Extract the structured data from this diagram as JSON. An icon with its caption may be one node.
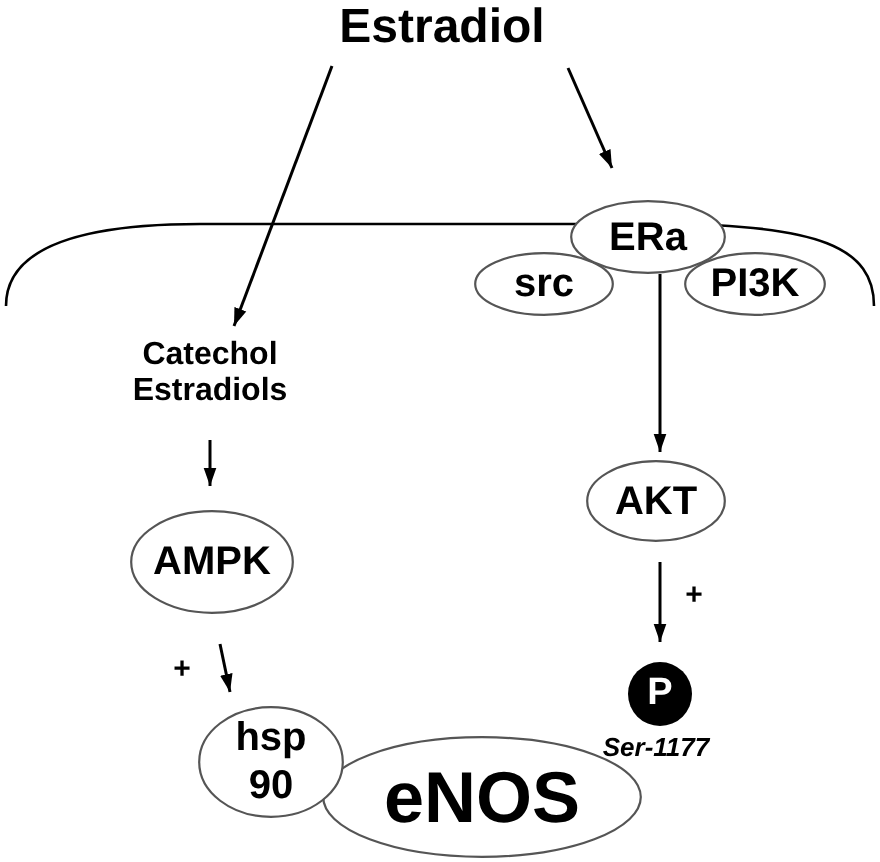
{
  "diagram": {
    "nodes": [
      {
        "text": [
          "Estradiol"
        ]
      },
      {
        "text": [
          "ERa"
        ]
      },
      {
        "text": [
          "src"
        ]
      },
      {
        "text": [
          "PI3K"
        ]
      },
      {
        "text": [
          "Catechol Estradiols"
        ]
      },
      {
        "text": [
          "AKT"
        ]
      },
      {
        "text": [
          "AMPK"
        ]
      },
      {
        "text": [
          "P"
        ],
        "beside": [
          "Ser-1177"
        ]
      },
      {
        "text": [
          "hsp 90"
        ]
      },
      {
        "text": [
          "eNOS"
        ]
      }
    ],
    "edges": [
      {
        "from": 0,
        "to": 4,
        "arrow": "to"
      },
      {
        "from": 0,
        "to": 1,
        "arrow": "to"
      },
      {
        "from": 1,
        "to": 5,
        "arrow": "to"
      },
      {
        "from": 4,
        "to": 6,
        "arrow": "to"
      },
      {
        "from": 6,
        "to": 8,
        "arrow": "to"
      },
      {
        "from": 5,
        "to": 7,
        "arrow": "to"
      }
    ],
    "labels": [
      "+",
      "+"
    ]
  }
}
